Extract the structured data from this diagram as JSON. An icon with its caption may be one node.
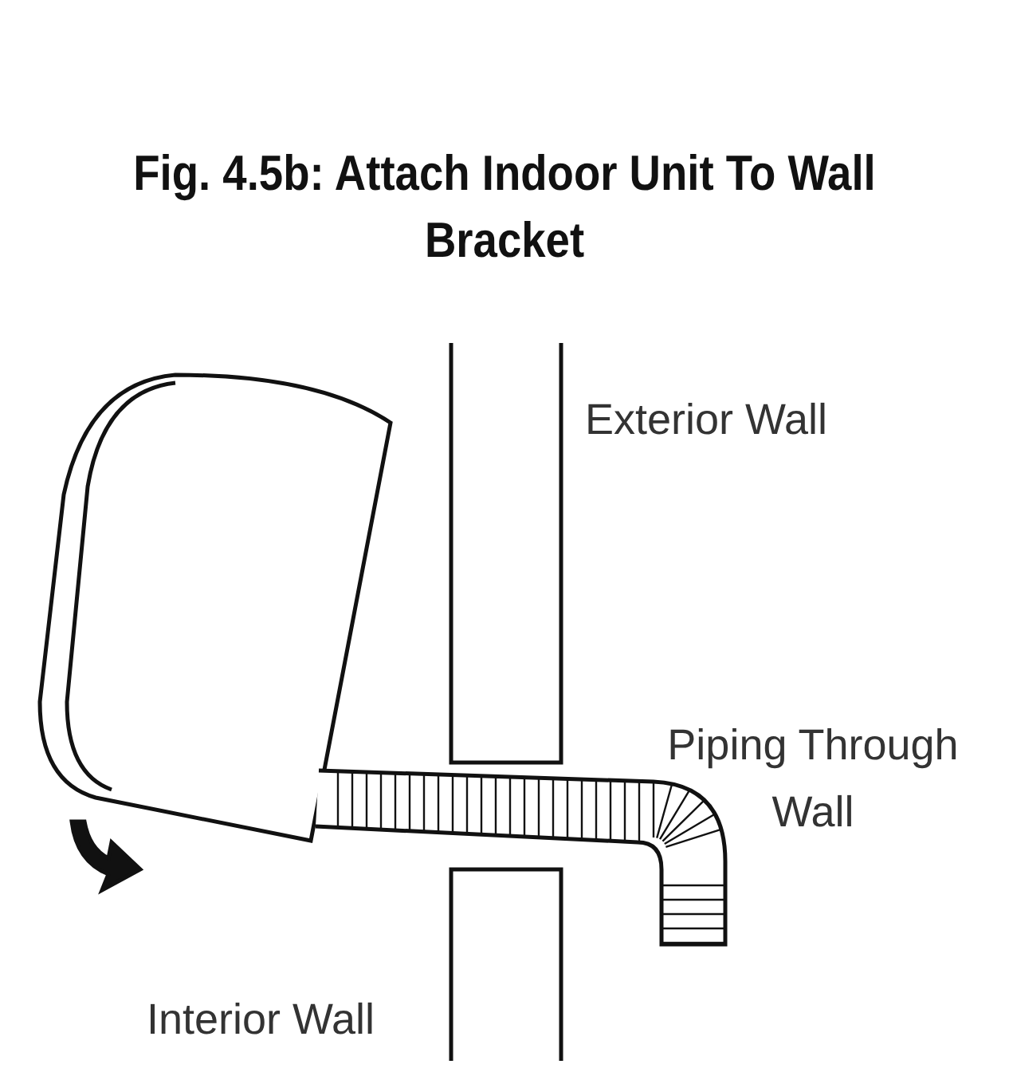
{
  "diagram": {
    "title": "Fig. 4.5b: Attach Indoor Unit To Wall Bracket",
    "labels": [
      "Exterior Wall",
      "Piping Through Wall",
      "Interior Wall"
    ]
  }
}
